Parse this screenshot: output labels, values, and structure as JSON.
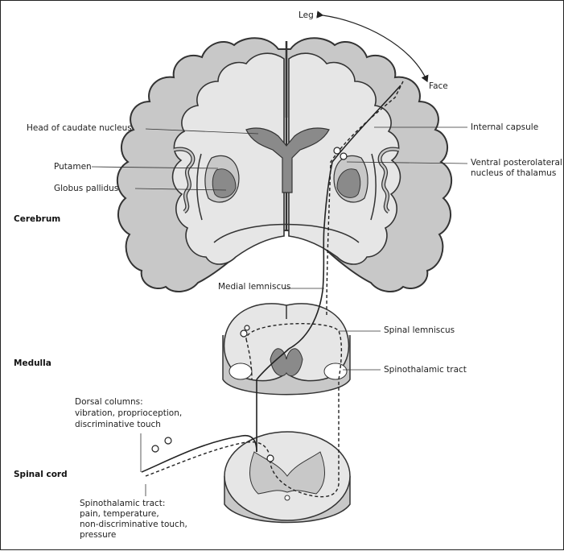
{
  "sections": {
    "cerebrum": "Cerebrum",
    "medulla": "Medulla",
    "spinal_cord": "Spinal cord"
  },
  "labels": {
    "leg": "Leg",
    "face": "Face",
    "head_of_caudate": "Head of caudate nucleus",
    "internal_capsule": "Internal capsule",
    "vpl_line1": "Ventral posterolateral",
    "vpl_line2": "nucleus of thalamus",
    "putamen": "Putamen",
    "globus_pallidus": "Globus pallidus",
    "medial_lemniscus": "Medial lemniscus",
    "spinal_lemniscus": "Spinal lemniscus",
    "spinothalamic_tract": "Spinothalamic tract",
    "dorsal_columns_line1": "Dorsal columns:",
    "dorsal_columns_line2": "vibration, proprioception,",
    "dorsal_columns_line3": "discriminative touch",
    "stt_line1": "Spinothalamic tract:",
    "stt_line2": "pain, temperature,",
    "stt_line3": "non-discriminative touch,",
    "stt_line4": "pressure"
  },
  "colors": {
    "cortex": "#c8c8c8",
    "tissue": "#e6e6e6",
    "nuclei": "#8a8a8a",
    "outline": "#333333"
  }
}
